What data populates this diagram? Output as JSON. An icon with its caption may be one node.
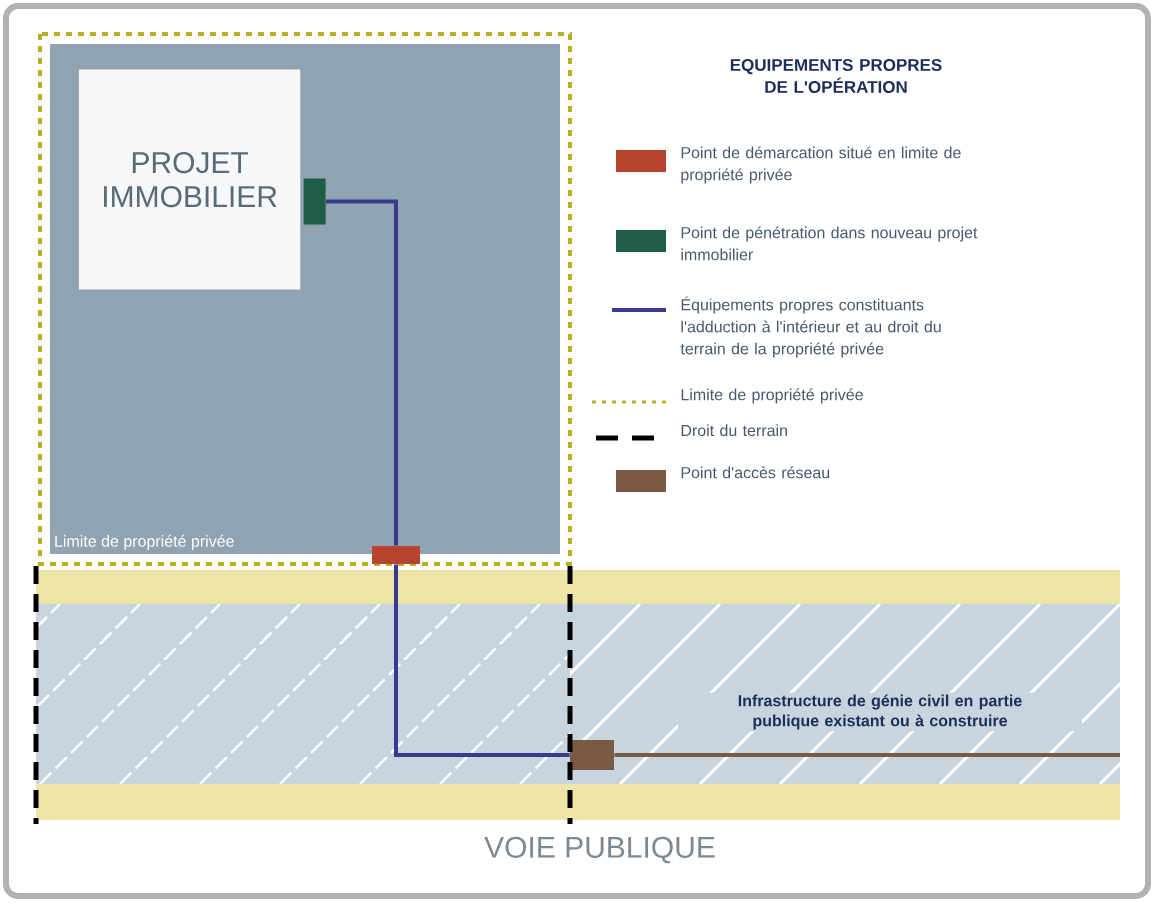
{
  "diagram": {
    "title": "EQUIPEMENTS PROPRES DE L'OPÉRATION",
    "nodes": [
      {
        "text": [
          "Limite de propriété privée"
        ]
      },
      {
        "text": [
          "PROJET IMMOBILIER"
        ],
        "in": 0
      },
      {
        "text": [],
        "shape": "box",
        "in": 0
      },
      {
        "text": [],
        "shape": "box"
      },
      {
        "text": [],
        "shape": "box"
      }
    ],
    "edges": [
      {
        "from": 2,
        "to": 3,
        "arrow": "none"
      },
      {
        "from": 3,
        "to": 4,
        "arrow": "none"
      },
      {
        "from": 4,
        "to": null,
        "arrow": "none",
        "color": "#7a5a44"
      }
    ],
    "labels": [
      "Infrastructure de génie civil en partie publique existant ou à construire",
      "VOIE PUBLIQUE"
    ],
    "legend": [
      {
        "text": "Point de démarcation situé en limite de propriété privée",
        "color": "#b8432e"
      },
      {
        "text": "Point de pénétration dans nouveau projet immobilier",
        "color": "#1f5c45"
      },
      {
        "text": "Équipements propres constituants l'adduction à l'intérieur et au droit du terrain de la propriété privée"
      },
      {
        "text": "Limite de propriété privée"
      },
      {
        "text": "Droit du terrain"
      },
      {
        "text": "Point d'accès réseau",
        "color": "#7a5a44"
      }
    ]
  }
}
